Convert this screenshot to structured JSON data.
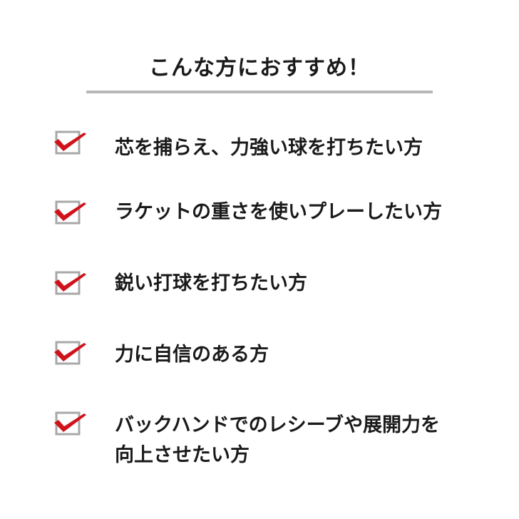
{
  "heading": "こんな方におすすめ！",
  "colors": {
    "check_red": "#d0121b",
    "box_gray": "#a8a8a8",
    "divider": "#b8b8b8"
  },
  "items": [
    {
      "icon": "checkbox-checked-icon",
      "lines": [
        "芯を捕らえ、力強い球を打ちたい方"
      ]
    },
    {
      "icon": "checkbox-checked-icon",
      "lines": [
        "ラケットの重さを使いプレーしたい方"
      ]
    },
    {
      "icon": "checkbox-checked-icon",
      "lines": [
        "鋭い打球を打ちたい方"
      ]
    },
    {
      "icon": "checkbox-checked-icon",
      "lines": [
        "力に自信のある方"
      ]
    },
    {
      "icon": "checkbox-checked-icon",
      "lines": [
        "バックハンドでのレシーブや展開力を",
        "向上させたい方"
      ]
    }
  ]
}
